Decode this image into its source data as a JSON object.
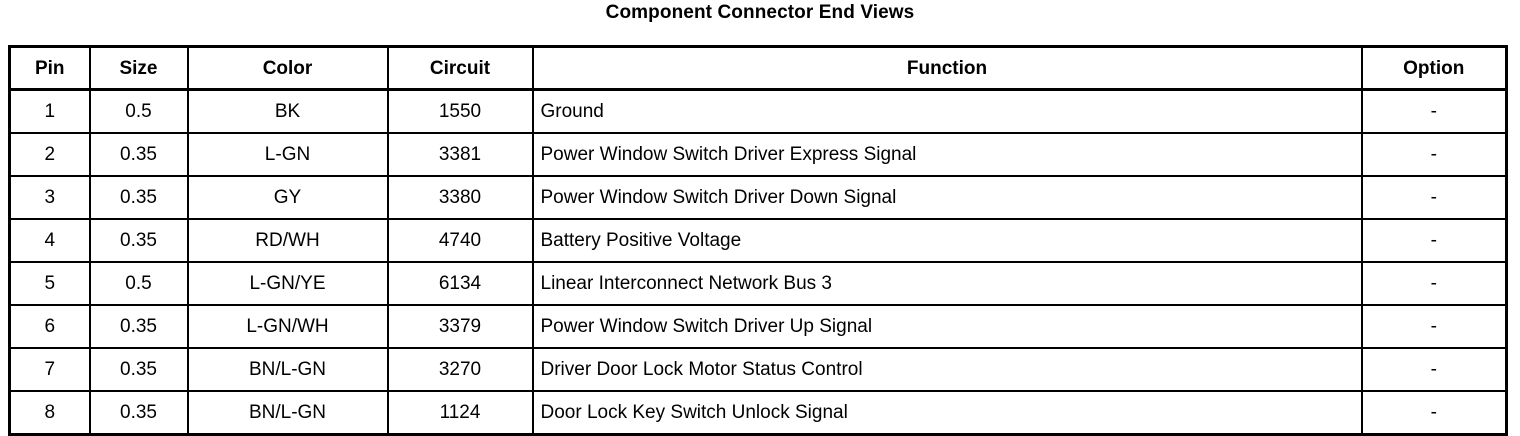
{
  "document": {
    "title": "Component Connector End Views"
  },
  "table": {
    "columns": [
      {
        "key": "pin",
        "label": "Pin",
        "align": "center"
      },
      {
        "key": "size",
        "label": "Size",
        "align": "center"
      },
      {
        "key": "color",
        "label": "Color",
        "align": "center"
      },
      {
        "key": "circuit",
        "label": "Circuit",
        "align": "center"
      },
      {
        "key": "function",
        "label": "Function",
        "align": "left"
      },
      {
        "key": "option",
        "label": "Option",
        "align": "center"
      }
    ],
    "rows": [
      {
        "pin": "1",
        "size": "0.5",
        "color": "BK",
        "circuit": "1550",
        "function": "Ground",
        "option": "-"
      },
      {
        "pin": "2",
        "size": "0.35",
        "color": "L-GN",
        "circuit": "3381",
        "function": "Power Window Switch Driver Express Signal",
        "option": "-"
      },
      {
        "pin": "3",
        "size": "0.35",
        "color": "GY",
        "circuit": "3380",
        "function": "Power Window Switch Driver Down Signal",
        "option": "-"
      },
      {
        "pin": "4",
        "size": "0.35",
        "color": "RD/WH",
        "circuit": "4740",
        "function": "Battery Positive Voltage",
        "option": "-"
      },
      {
        "pin": "5",
        "size": "0.5",
        "color": "L-GN/YE",
        "circuit": "6134",
        "function": "Linear Interconnect Network Bus 3",
        "option": "-"
      },
      {
        "pin": "6",
        "size": "0.35",
        "color": "L-GN/WH",
        "circuit": "3379",
        "function": "Power Window Switch Driver Up Signal",
        "option": "-"
      },
      {
        "pin": "7",
        "size": "0.35",
        "color": "BN/L-GN",
        "circuit": "3270",
        "function": "Driver Door Lock Motor Status Control",
        "option": "-"
      },
      {
        "pin": "8",
        "size": "0.35",
        "color": "BN/L-GN",
        "circuit": "1124",
        "function": "Door Lock Key Switch Unlock Signal",
        "option": "-"
      }
    ]
  },
  "colors": {
    "text": "#000000",
    "background": "#ffffff",
    "border": "#000000"
  }
}
